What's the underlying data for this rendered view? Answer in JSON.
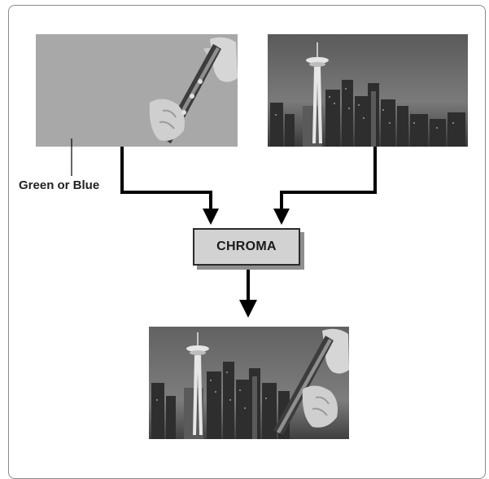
{
  "diagram": {
    "key_color_label": "Green or Blue",
    "process_label": "CHROMA",
    "images": {
      "foreground": "clarinet-player-over-solid-key-background",
      "background": "city-skyline-with-space-needle",
      "result": "composited-clarinet-over-skyline"
    }
  }
}
